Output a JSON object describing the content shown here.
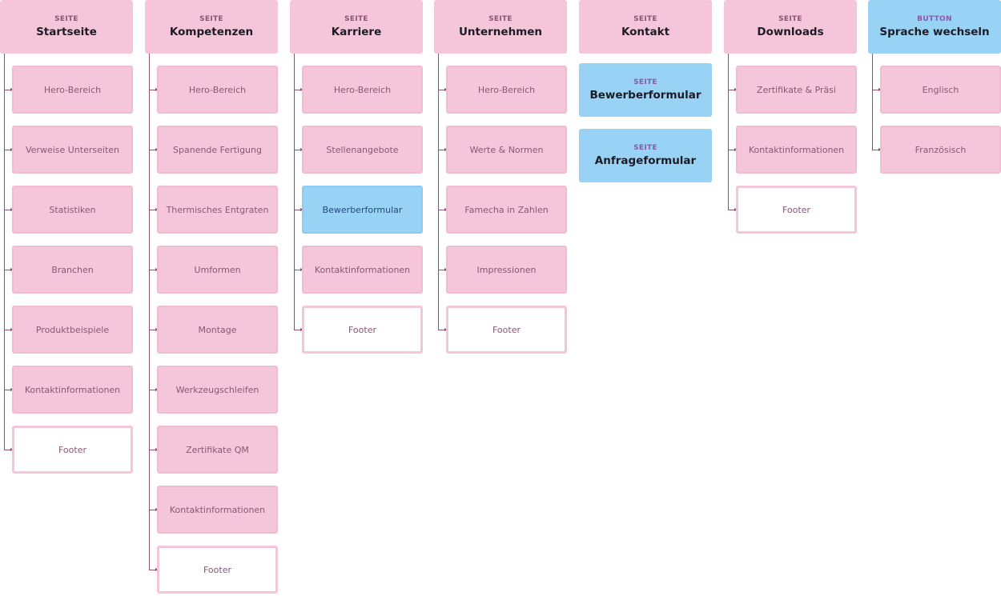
{
  "columns": [
    {
      "category": "SEITE",
      "title": "Startseite",
      "color": "pink",
      "items": [
        {
          "label": "Hero-Bereich",
          "style": "pink"
        },
        {
          "label": "Verweise Unterseiten",
          "style": "pink"
        },
        {
          "label": "Statistiken",
          "style": "pink"
        },
        {
          "label": "Branchen",
          "style": "pink"
        },
        {
          "label": "Produktbeispiele",
          "style": "pink"
        },
        {
          "label": "Kontaktinformationen",
          "style": "pink"
        },
        {
          "label": "Footer",
          "style": "footer"
        }
      ]
    },
    {
      "category": "SEITE",
      "title": "Kompetenzen",
      "color": "pink",
      "items": [
        {
          "label": "Hero-Bereich",
          "style": "pink"
        },
        {
          "label": "Spanende Fertigung",
          "style": "pink"
        },
        {
          "label": "Thermisches Entgraten",
          "style": "pink"
        },
        {
          "label": "Umformen",
          "style": "pink"
        },
        {
          "label": "Montage",
          "style": "pink"
        },
        {
          "label": "Werkzeugschleifen",
          "style": "pink"
        },
        {
          "label": "Zertifikate QM",
          "style": "pink"
        },
        {
          "label": "Kontaktinformationen",
          "style": "pink"
        },
        {
          "label": "Footer",
          "style": "footer"
        }
      ]
    },
    {
      "category": "SEITE",
      "title": "Karriere",
      "color": "pink",
      "items": [
        {
          "label": "Hero-Bereich",
          "style": "pink"
        },
        {
          "label": "Stellenangebote",
          "style": "pink"
        },
        {
          "label": "Bewerberformular",
          "style": "blue"
        },
        {
          "label": "Kontaktinformationen",
          "style": "pink"
        },
        {
          "label": "Footer",
          "style": "footer"
        }
      ]
    },
    {
      "category": "SEITE",
      "title": "Unternehmen",
      "color": "pink",
      "items": [
        {
          "label": "Hero-Bereich",
          "style": "pink"
        },
        {
          "label": "Werte & Normen",
          "style": "pink"
        },
        {
          "label": "Famecha in Zahlen",
          "style": "pink"
        },
        {
          "label": "Impressionen",
          "style": "pink"
        },
        {
          "label": "Footer",
          "style": "footer"
        }
      ]
    },
    {
      "category": "SEITE",
      "title": "Kontakt",
      "color": "pink",
      "items": [],
      "subpages": [
        {
          "category": "SEITE",
          "title": "Bewerberformular"
        },
        {
          "category": "SEITE",
          "title": "Anfrageformular"
        }
      ]
    },
    {
      "category": "SEITE",
      "title": "Downloads",
      "color": "pink",
      "items": [
        {
          "label": "Zertifikate & Präsi",
          "style": "pink"
        },
        {
          "label": "Kontaktinformationen",
          "style": "pink"
        },
        {
          "label": "Footer",
          "style": "footer"
        }
      ]
    },
    {
      "category": "BUTTON",
      "title": "Sprache wechseln",
      "color": "blue",
      "items": [
        {
          "label": "Englisch",
          "style": "pink"
        },
        {
          "label": "Französisch",
          "style": "pink"
        }
      ]
    }
  ]
}
